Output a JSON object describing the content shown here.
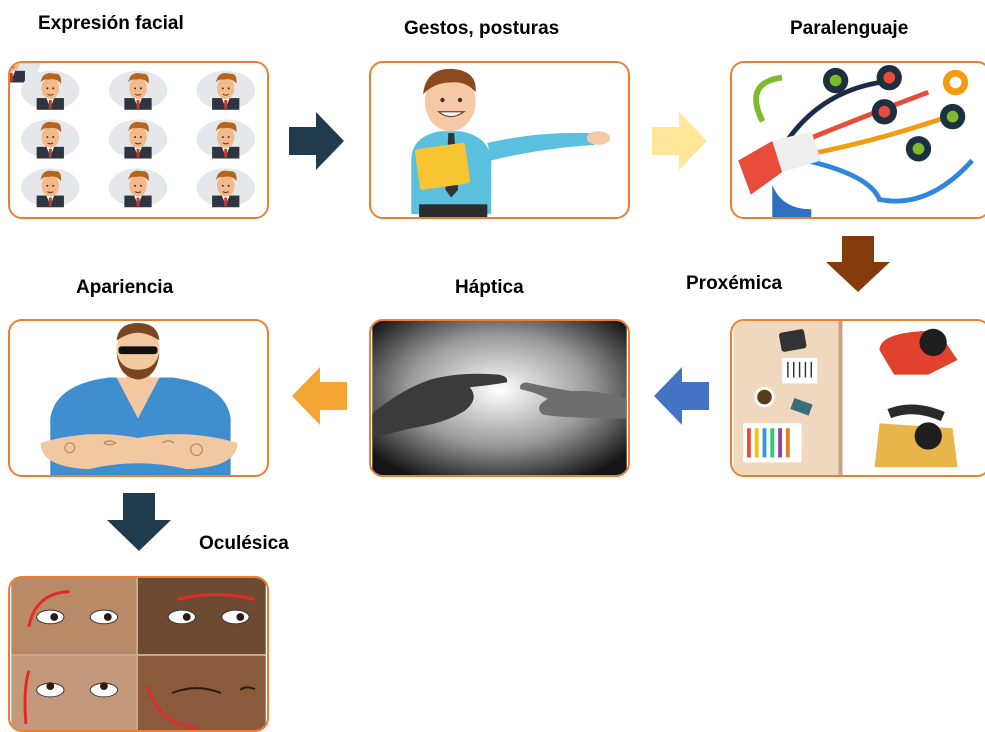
{
  "nodes": {
    "expresion": {
      "label": "Expresión facial"
    },
    "gestos": {
      "label": "Gestos, posturas"
    },
    "paralenguaje": {
      "label": "Paralenguaje"
    },
    "proxemica": {
      "label": "Proxémica"
    },
    "haptica": {
      "label": "Háptica"
    },
    "apariencia": {
      "label": "Apariencia"
    },
    "oculesica": {
      "label": "Oculésica"
    }
  },
  "colors": {
    "box_border": "#ED7D31",
    "arrow_1": "#1F3B4D",
    "arrow_2": "#FFE699",
    "arrow_3": "#843C0C",
    "arrow_4": "#4472C4",
    "arrow_5": "#F4A534",
    "arrow_6": "#1F3B4D"
  },
  "icons": {
    "expresion": "faces-grid-icon",
    "gestos": "presenter-icon",
    "paralenguaje": "megaphone-network-icon",
    "proxemica": "desk-top-view-icon",
    "haptica": "touching-fingers-icon",
    "apariencia": "tattooed-man-icon",
    "oculesica": "eye-movement-icon"
  }
}
